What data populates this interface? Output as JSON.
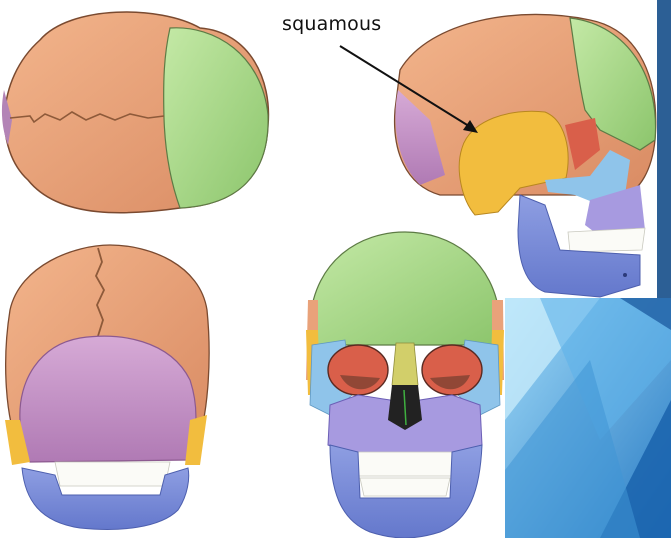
{
  "annotation": {
    "label": "squamous"
  },
  "colors": {
    "parietal": "#e9a27a",
    "frontal": "#a8d88a",
    "occipital": "#c896c8",
    "temporal": "#f2bd3e",
    "sphenoid": "#d95f4a",
    "zygomatic": "#8fc4ea",
    "maxilla": "#a79ae0",
    "mandible": "#7d8fd8",
    "nasal": "#d2cf6a",
    "teeth": "#fbfbf7",
    "suture": "#8e5a3a",
    "slide_blue_dark": "#1e6fb8",
    "slide_blue_light": "#7ec8f2"
  },
  "views": [
    "superior-view",
    "lateral-view",
    "posterior-view",
    "anterior-view"
  ]
}
